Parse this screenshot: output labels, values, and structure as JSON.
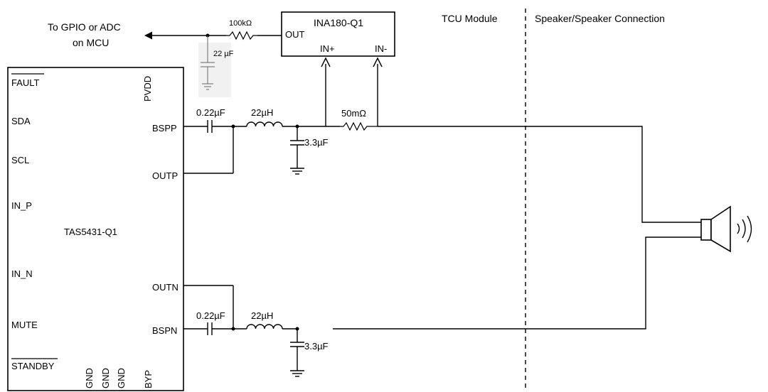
{
  "labels": {
    "output_top": "To GPIO or ADC",
    "output_bottom": "on MCU",
    "tcu_module": "TCU Module",
    "speaker_connection": "Speaker/Speaker Connection"
  },
  "ina": {
    "name": "INA180-Q1",
    "pin_out": "OUT",
    "pin_in_plus": "IN+",
    "pin_in_minus": "IN-"
  },
  "tas": {
    "name": "TAS5431-Q1",
    "left_pins": [
      "FAULT",
      "SDA",
      "SCL",
      "IN_P",
      "IN_N",
      "MUTE",
      "STANDBY"
    ],
    "right_pins": {
      "bspp": "BSPP",
      "outp": "OUTP",
      "outn": "OUTN",
      "bspn": "BSPN"
    },
    "top_pin": "PVDD",
    "bottom_pins": [
      "GND",
      "GND",
      "GND",
      "BYP"
    ]
  },
  "components": {
    "r_filter": "100kΩ",
    "c_filter": "22 µF",
    "c_boot_top": "0.22µF",
    "l_top": "22µH",
    "c_out_top": "3.3µF",
    "r_shunt": "50mΩ",
    "c_boot_bottom": "0.22µF",
    "l_bottom": "22µH",
    "c_out_bottom": "3.3µF"
  },
  "colors": {
    "line": "#000000",
    "faded": "#666666"
  }
}
